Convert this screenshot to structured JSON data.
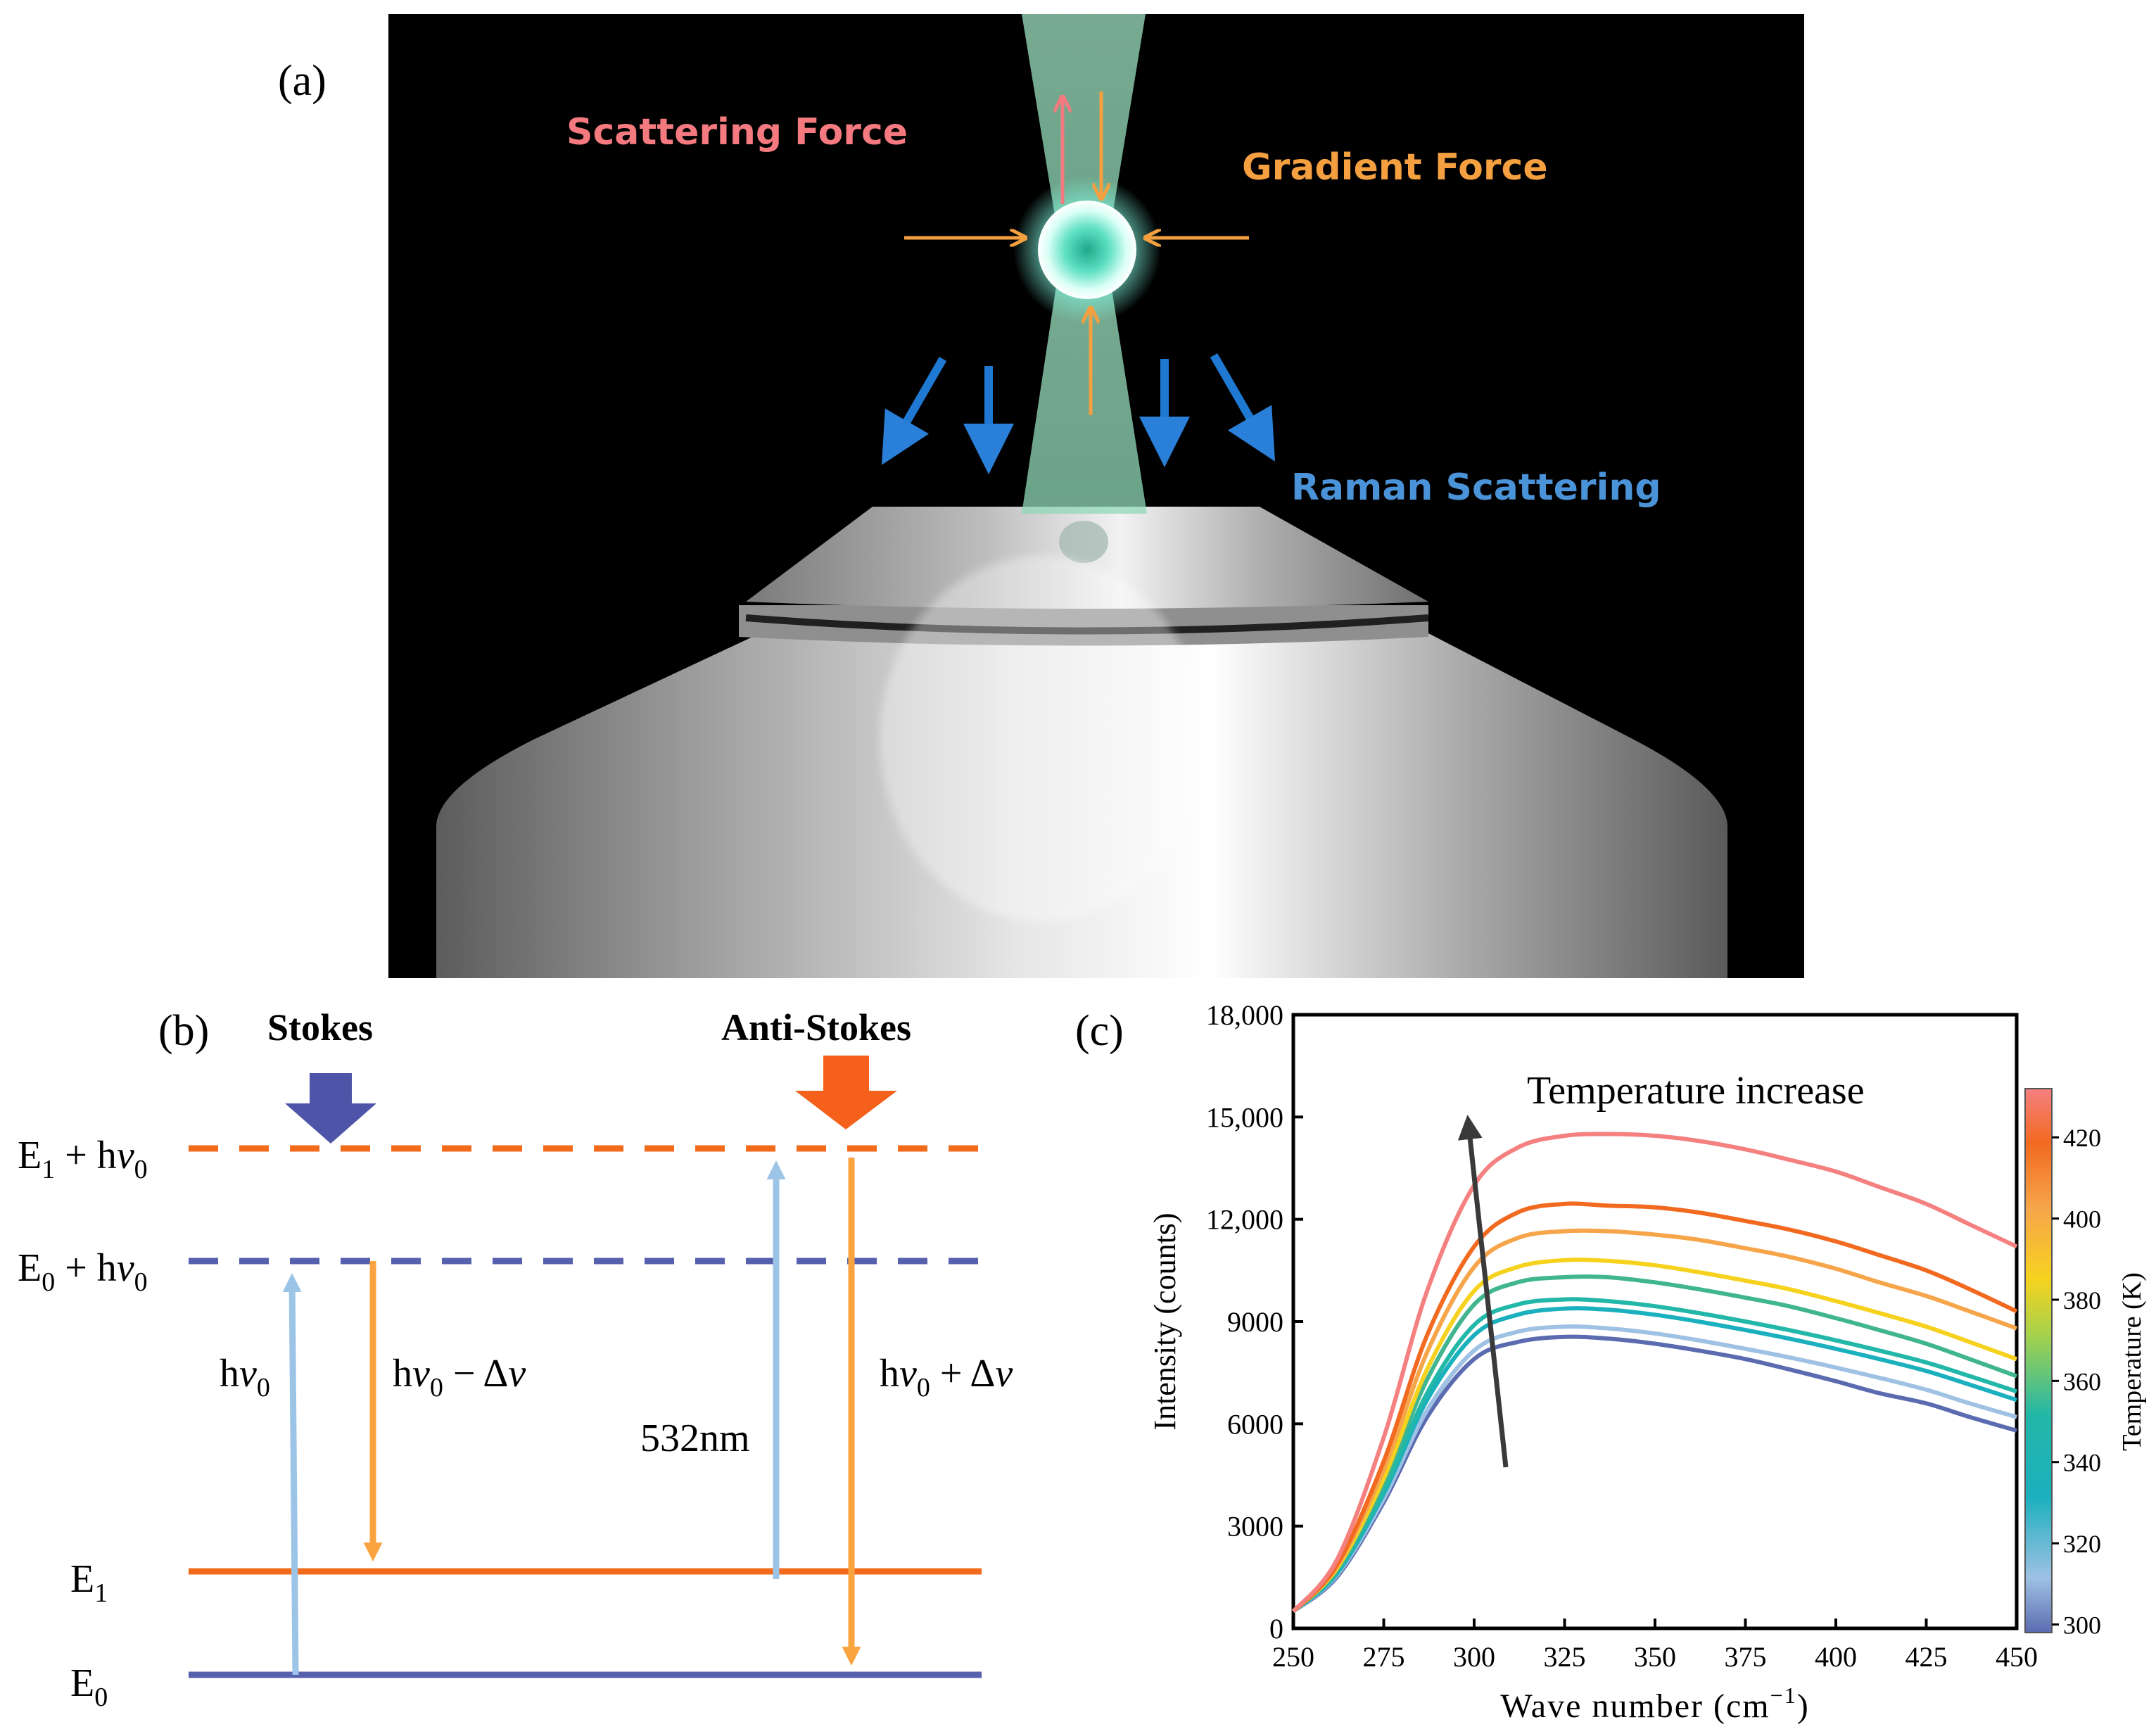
{
  "panel_a": {
    "label": "(a)",
    "scattering_force": "Scattering Force",
    "gradient_force": "Gradient Force",
    "raman_scattering": "Raman Scattering",
    "colors": {
      "scattering": "#f47a7f",
      "gradient": "#f5a040",
      "raman": "#3f8fd8",
      "beam": "#a7e8c8"
    }
  },
  "panel_b": {
    "label": "(b)",
    "stokes": "Stokes",
    "anti_stokes": "Anti-Stokes",
    "levels": {
      "e1_virtual": {
        "main": "E",
        "sub1": "1",
        "mid": " + h",
        "nu": "ν",
        "sub2": "0"
      },
      "e0_virtual": {
        "main": "E",
        "sub1": "0",
        "mid": " + h",
        "nu": "ν",
        "sub2": "0"
      },
      "e1": {
        "main": "E",
        "sub": "1"
      },
      "e0": {
        "main": "E",
        "sub": "0"
      }
    },
    "transitions": {
      "hv0": {
        "h": "h",
        "nu": "ν",
        "sub": "0"
      },
      "hv0_minus": {
        "h": "h",
        "nu": "ν",
        "sub": "0",
        "rest": " − Δ",
        "nu2": "ν"
      },
      "wavelength": "532nm",
      "hv0_plus": {
        "h": "h",
        "nu": "ν",
        "sub": "0",
        "rest": " + Δ",
        "nu2": "ν"
      }
    },
    "colors": {
      "orange": "#f26b1d",
      "blue": "#5760ad",
      "light_blue": "#9cc4e6",
      "light_orange": "#f9a440"
    }
  },
  "panel_c": {
    "label": "(c)",
    "annotation": "Temperature increase",
    "colorbar_label": "Temperature (K)",
    "colorbar_ticks": [
      "420",
      "400",
      "380",
      "360",
      "340",
      "320",
      "300"
    ],
    "colorbar_range": [
      298,
      432
    ],
    "chart_data": {
      "type": "line",
      "title": "",
      "xlabel": "Wave number (cm",
      "xlabel_sup": "−1",
      "xlabel_end": ")",
      "ylabel": "Intensity (counts)",
      "xlim": [
        250,
        450
      ],
      "ylim": [
        0,
        18000
      ],
      "xticks": [
        "250",
        "275",
        "300",
        "325",
        "350",
        "375",
        "400",
        "425",
        "450"
      ],
      "yticks": [
        "0",
        "3000",
        "6000",
        "9000",
        "12,000",
        "15,000",
        "18,000"
      ],
      "x": [
        250,
        262,
        275,
        287,
        300,
        312,
        325,
        337,
        350,
        362,
        375,
        387,
        400,
        412,
        425,
        437,
        450
      ],
      "series": [
        {
          "color": "#5b6bb0",
          "values": [
            500,
            1500,
            3700,
            6200,
            7900,
            8400,
            8550,
            8500,
            8350,
            8150,
            7900,
            7600,
            7250,
            6900,
            6600,
            6200,
            5800
          ]
        },
        {
          "color": "#9ec1e4",
          "values": [
            500,
            1550,
            3800,
            6400,
            8150,
            8700,
            8850,
            8800,
            8650,
            8450,
            8200,
            7950,
            7650,
            7350,
            7000,
            6600,
            6200
          ]
        },
        {
          "color": "#1bb0bd",
          "values": [
            500,
            1600,
            3950,
            6700,
            8600,
            9200,
            9380,
            9350,
            9200,
            9000,
            8750,
            8500,
            8200,
            7900,
            7550,
            7150,
            6700
          ]
        },
        {
          "color": "#22b7a8",
          "values": [
            500,
            1650,
            4050,
            6900,
            8900,
            9500,
            9650,
            9600,
            9450,
            9250,
            9000,
            8750,
            8450,
            8150,
            7800,
            7400,
            6950
          ]
        },
        {
          "color": "#40b58f",
          "values": [
            500,
            1700,
            4250,
            7300,
            9500,
            10150,
            10300,
            10300,
            10150,
            9950,
            9700,
            9450,
            9100,
            8750,
            8350,
            7900,
            7400
          ]
        },
        {
          "color": "#f6d21f",
          "values": [
            500,
            1750,
            4400,
            7600,
            9900,
            10600,
            10800,
            10780,
            10650,
            10450,
            10200,
            9950,
            9600,
            9250,
            8850,
            8400,
            7900
          ]
        },
        {
          "color": "#f6a54a",
          "values": [
            500,
            1800,
            4650,
            8100,
            10600,
            11450,
            11650,
            11650,
            11550,
            11400,
            11150,
            10900,
            10550,
            10150,
            9750,
            9300,
            8800
          ]
        },
        {
          "color": "#f26a20",
          "values": [
            500,
            1850,
            4900,
            8600,
            11200,
            12200,
            12450,
            12400,
            12350,
            12200,
            11950,
            11700,
            11350,
            10950,
            10500,
            9950,
            9300
          ]
        },
        {
          "color": "#f58080",
          "values": [
            500,
            2000,
            5600,
            9900,
            13000,
            14100,
            14450,
            14500,
            14450,
            14300,
            14050,
            13750,
            13400,
            12950,
            12450,
            11850,
            11200
          ]
        }
      ]
    }
  }
}
